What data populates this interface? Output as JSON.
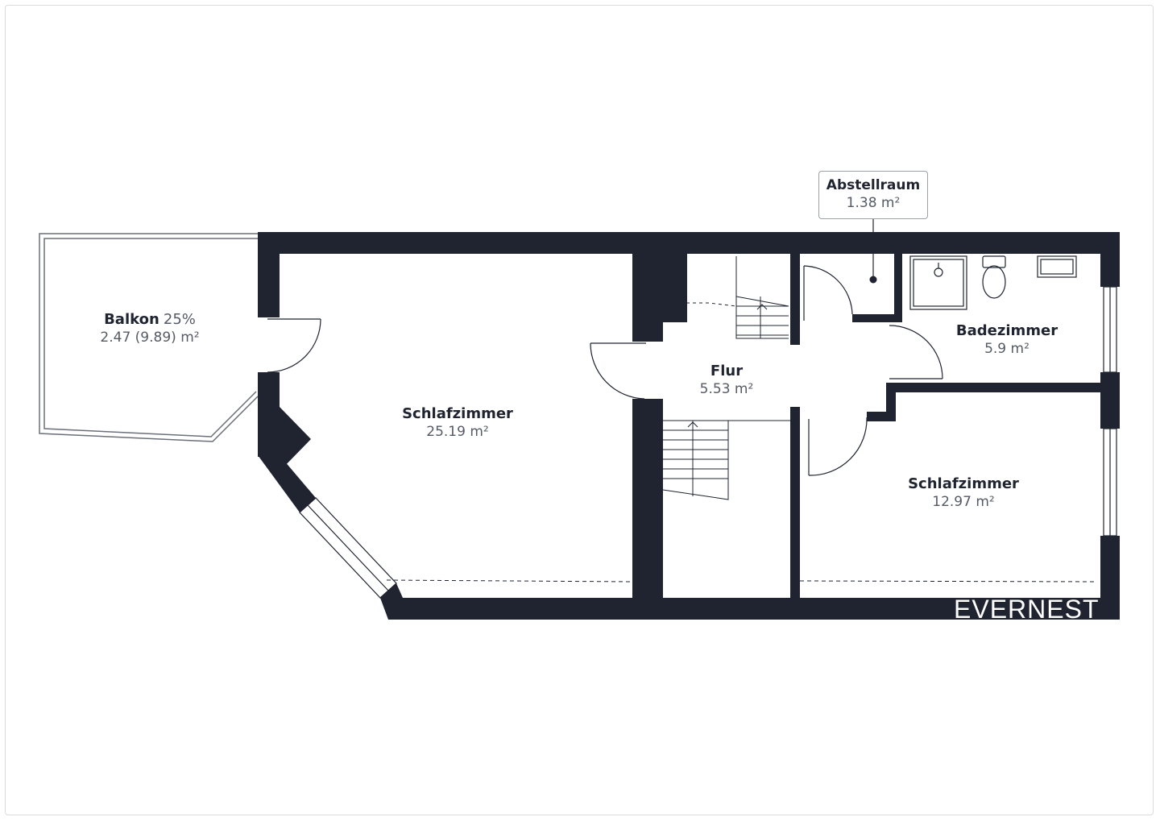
{
  "rooms": {
    "balkon": {
      "name": "Balkon",
      "share": "25%",
      "area": "2.47 (9.89) m²"
    },
    "schlafzimmer_large": {
      "name": "Schlafzimmer",
      "area": "25.19 m²"
    },
    "flur": {
      "name": "Flur",
      "area": "5.53 m²"
    },
    "badezimmer": {
      "name": "Badezimmer",
      "area": "5.9 m²"
    },
    "schlafzimmer_small": {
      "name": "Schlafzimmer",
      "area": "12.97 m²"
    },
    "abstellraum": {
      "name": "Abstellraum",
      "area": "1.38 m²"
    }
  },
  "brand": {
    "watermark": "EVERNEST"
  },
  "colors": {
    "wall": "#1f2430",
    "background": "#ffffff",
    "label": "#1f2430",
    "area_text": "#555b66"
  }
}
